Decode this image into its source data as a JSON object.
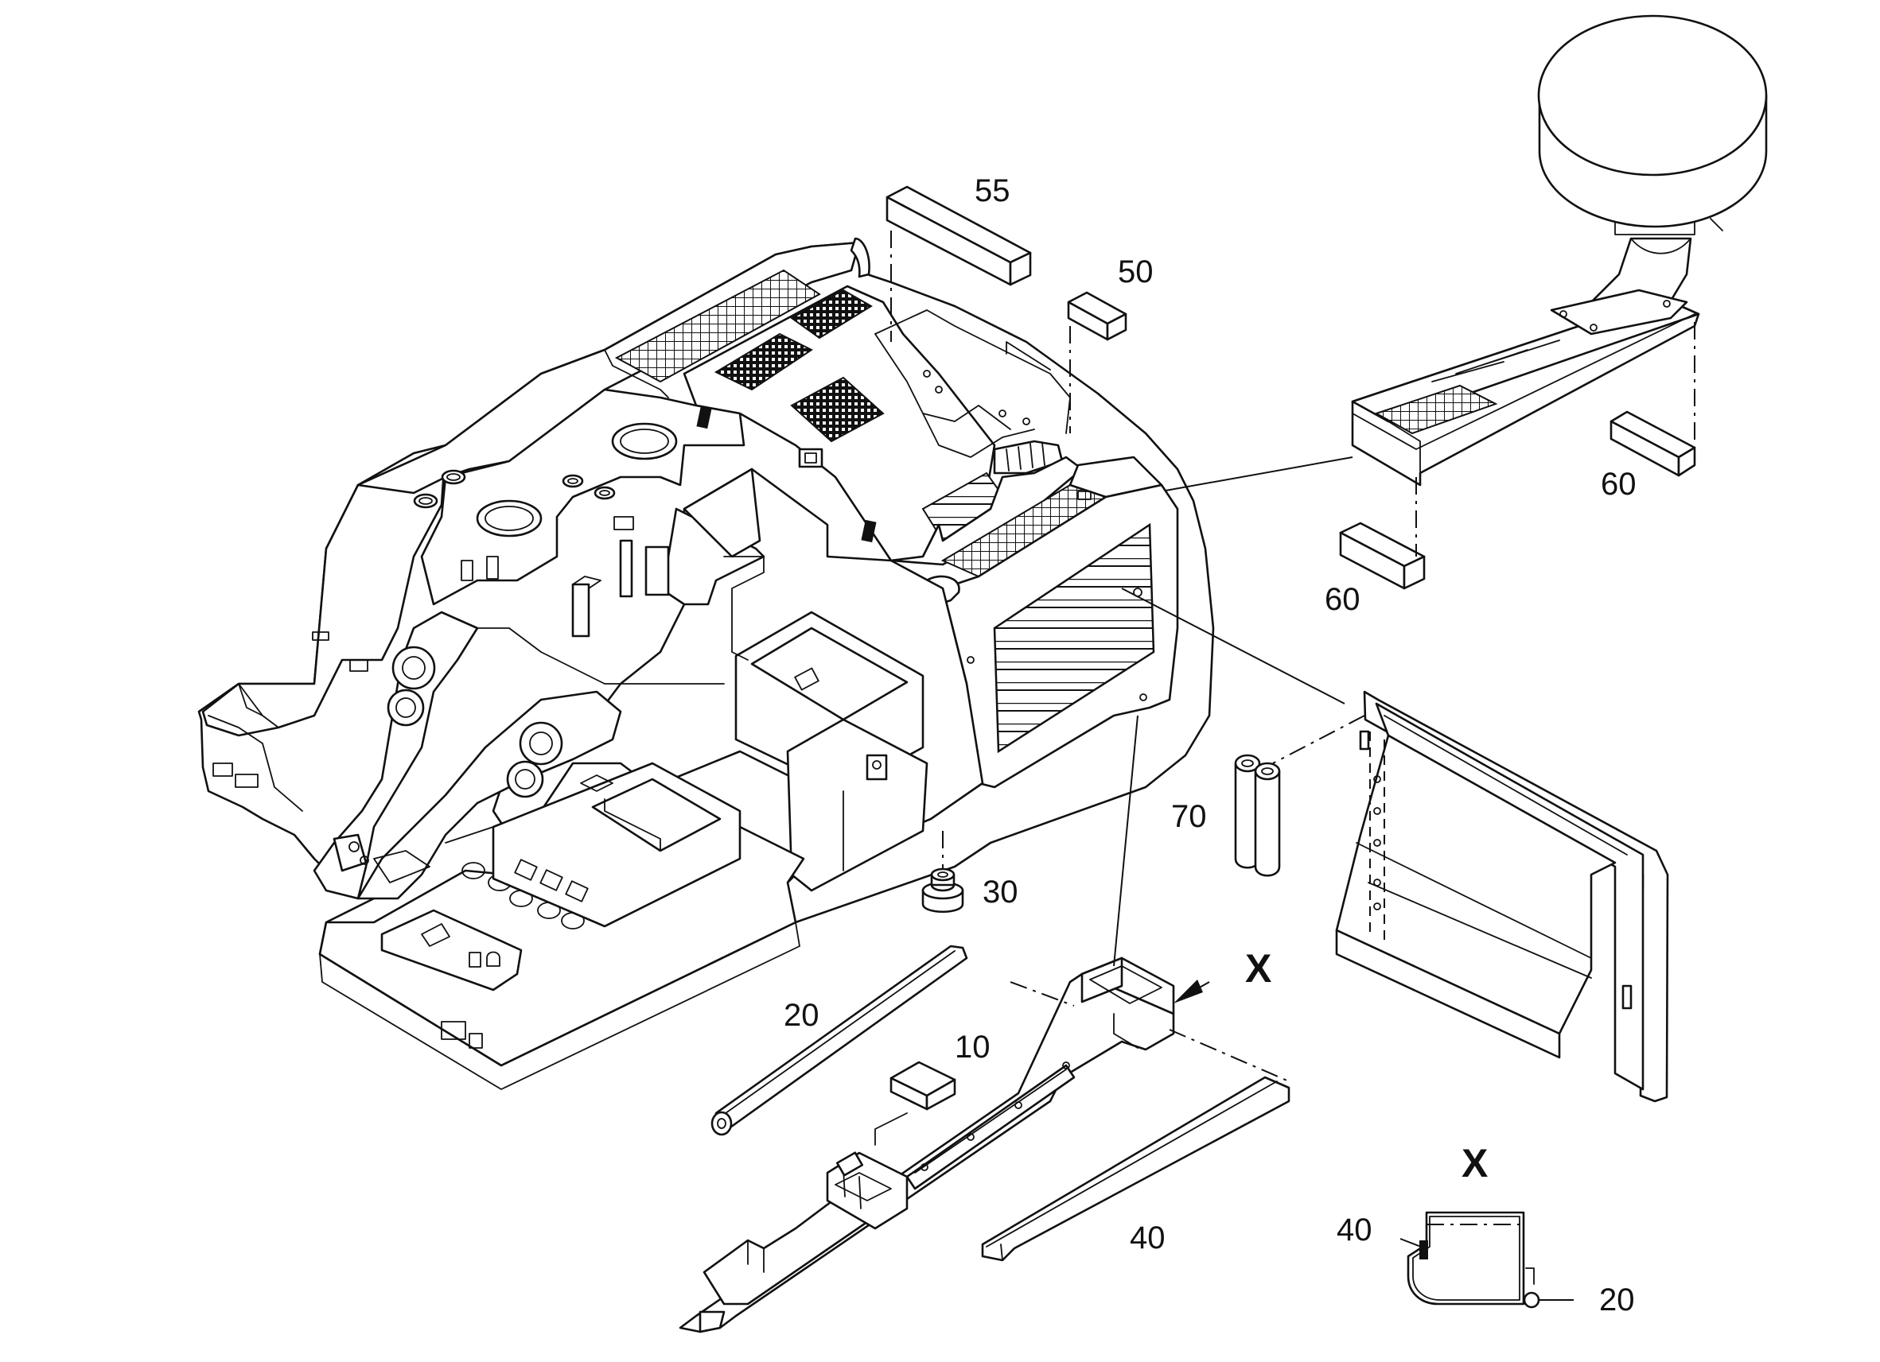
{
  "callouts": {
    "c55": "55",
    "c50": "50",
    "c60a": "60",
    "c60b": "60",
    "c70": "70",
    "c30": "30",
    "c20": "20",
    "c10": "10",
    "c40": "40",
    "view_marker": "X"
  },
  "detail_view": {
    "title": "X",
    "c40": "40",
    "c20": "20"
  }
}
